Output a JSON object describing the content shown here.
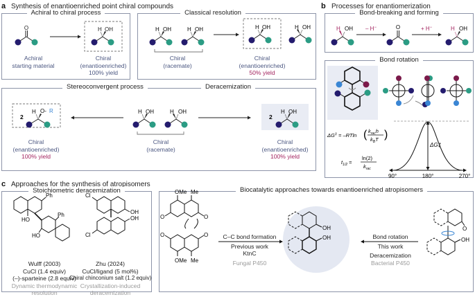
{
  "colors": {
    "navy": "#241c6e",
    "teal": "#2b9c84",
    "magenta": "#a3245f",
    "blue": "#3a86d4",
    "box_border": "#8c93a8",
    "highlight_bg": "#e9ecf4",
    "circle_bg": "#e4e8f2",
    "yield_text": "#a3245f",
    "caption_text": "#4a5680",
    "grey_text": "#9a9a9a"
  },
  "panel_a": {
    "letter": "a",
    "title": "Synthesis of enantioenriched point chiral compounds",
    "achiral": {
      "title": "Achiral to chiral process",
      "start_caption": [
        "Achiral",
        "starting material"
      ],
      "product_caption": [
        "Chiral",
        "(enantioenriched)"
      ],
      "product_yield": "100% yield"
    },
    "resolution": {
      "title": "Classical resolution",
      "start_caption": [
        "Chiral",
        "(racemate)"
      ],
      "product_caption": [
        "Chiral",
        "(enantioenriched)"
      ],
      "product_yield": "50% yield"
    },
    "stereoconvergent": {
      "title": "Stereoconvergent process",
      "coefficient": "2",
      "group": "R",
      "product_caption": [
        "Chiral",
        "(enantioenriched)"
      ],
      "product_yield": "100% yield"
    },
    "deracemization": {
      "title": "Deracemization",
      "start_caption": [
        "Chiral",
        "(racemate)"
      ],
      "coefficient": "2",
      "product_caption": [
        "Chiral",
        "(enantioenriched)"
      ],
      "product_yield": "100% yield"
    },
    "atoms": {
      "O": "O",
      "H": "H",
      "OH": "OH",
      "OR": "O-"
    }
  },
  "panel_b": {
    "letter": "b",
    "title": "Processes for enantiomerization",
    "bond_breaking": {
      "title": "Bond-breaking and forming",
      "step1": "– H",
      "step2": "+ H",
      "superscript": "−"
    },
    "bond_rotation": {
      "title": "Bond rotation",
      "eq1": {
        "lhs": "ΔG",
        "dagger": "‡",
        "mid": " = –RTln",
        "num": "k",
        "num_sub": "rac",
        "num_tail": "h",
        "den": "k",
        "den_sub": "B",
        "den_tail": "T"
      },
      "eq2": {
        "lhs": "t",
        "lhs_sub": "1/2",
        "eq": " = ",
        "num": "ln(2)",
        "den": "k",
        "den_sub": "rac"
      },
      "plot_label": "ΔG‡",
      "x_ticks": [
        "90°",
        "180°",
        "270°"
      ]
    }
  },
  "panel_c": {
    "letter": "c",
    "title": "Approaches for the synthesis of atropisomers",
    "stoichiometric": {
      "title": "Stoichiometric deracemization",
      "wulff": {
        "name": "Wulff (2003)",
        "line1": "CuCl (1.4 equiv)",
        "line2": "(–)-sparteine (2.8 equiv)",
        "note": [
          "Dynamic thermodynamic",
          "resolution"
        ],
        "labels": {
          "ph1": "Ph",
          "ph2": "Ph",
          "oh1": "HO",
          "oh2": "HO"
        }
      },
      "zhu": {
        "name": "Zhu (2024)",
        "line1": "CuCl/ligand (5 mol%)",
        "line2": "Chiral chinconium salt (1.2 equiv)",
        "note": [
          "Crystallization-induced",
          "deracemization"
        ],
        "labels": {
          "cl1": "Cl",
          "cl2": "Cl",
          "oh1": "OH",
          "oh2": "OH"
        }
      }
    },
    "biocatalytic": {
      "title": "Biocatalytic approaches towards enantioenriched atropisomers",
      "left_arrow": {
        "line1": "C–C bond formation",
        "line2": "Previous work",
        "line3": "KtnC",
        "line4": "Fungal P450"
      },
      "right_arrow": {
        "line1": "Bond rotation",
        "line2": "This work",
        "line3": "Deracemization",
        "line4": "Bacterial P450"
      },
      "labels": {
        "ome": "OMe",
        "me": "Me",
        "o": "O",
        "oh": "OH"
      }
    }
  }
}
